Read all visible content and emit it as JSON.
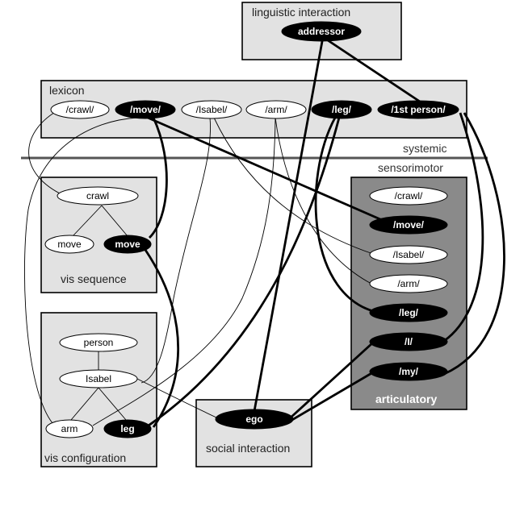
{
  "regions": {
    "systemic": "systemic",
    "sensorimotor": "sensorimotor"
  },
  "boxes": {
    "linguistic": "linguistic interaction",
    "lexicon": "lexicon",
    "vis_sequence": "vis sequence",
    "vis_configuration": "vis configuration",
    "social": "social interaction",
    "articulatory": "articulatory"
  },
  "nodes": {
    "addressor": "addressor",
    "lex_crawl": "/crawl/",
    "lex_move": "/move/",
    "lex_isabel": "/Isabel/",
    "lex_arm": "/arm/",
    "lex_leg": "/leg/",
    "lex_1st": "/1st person/",
    "seq_crawl": "crawl",
    "seq_move_w": "move",
    "seq_move_b": "move",
    "cfg_person": "person",
    "cfg_isabel": "Isabel",
    "cfg_arm": "arm",
    "cfg_leg": "leg",
    "ego": "ego",
    "art_crawl": "/crawl/",
    "art_move": "/move/",
    "art_isabel": "/Isabel/",
    "art_arm": "/arm/",
    "art_leg": "/leg/",
    "art_i": "/I/",
    "art_my": "/my/"
  },
  "colors": {
    "box_fill": "#e2e2e2",
    "articulatory_fill": "#8a8a8a",
    "node_dark": "#000000",
    "node_light": "#ffffff"
  }
}
